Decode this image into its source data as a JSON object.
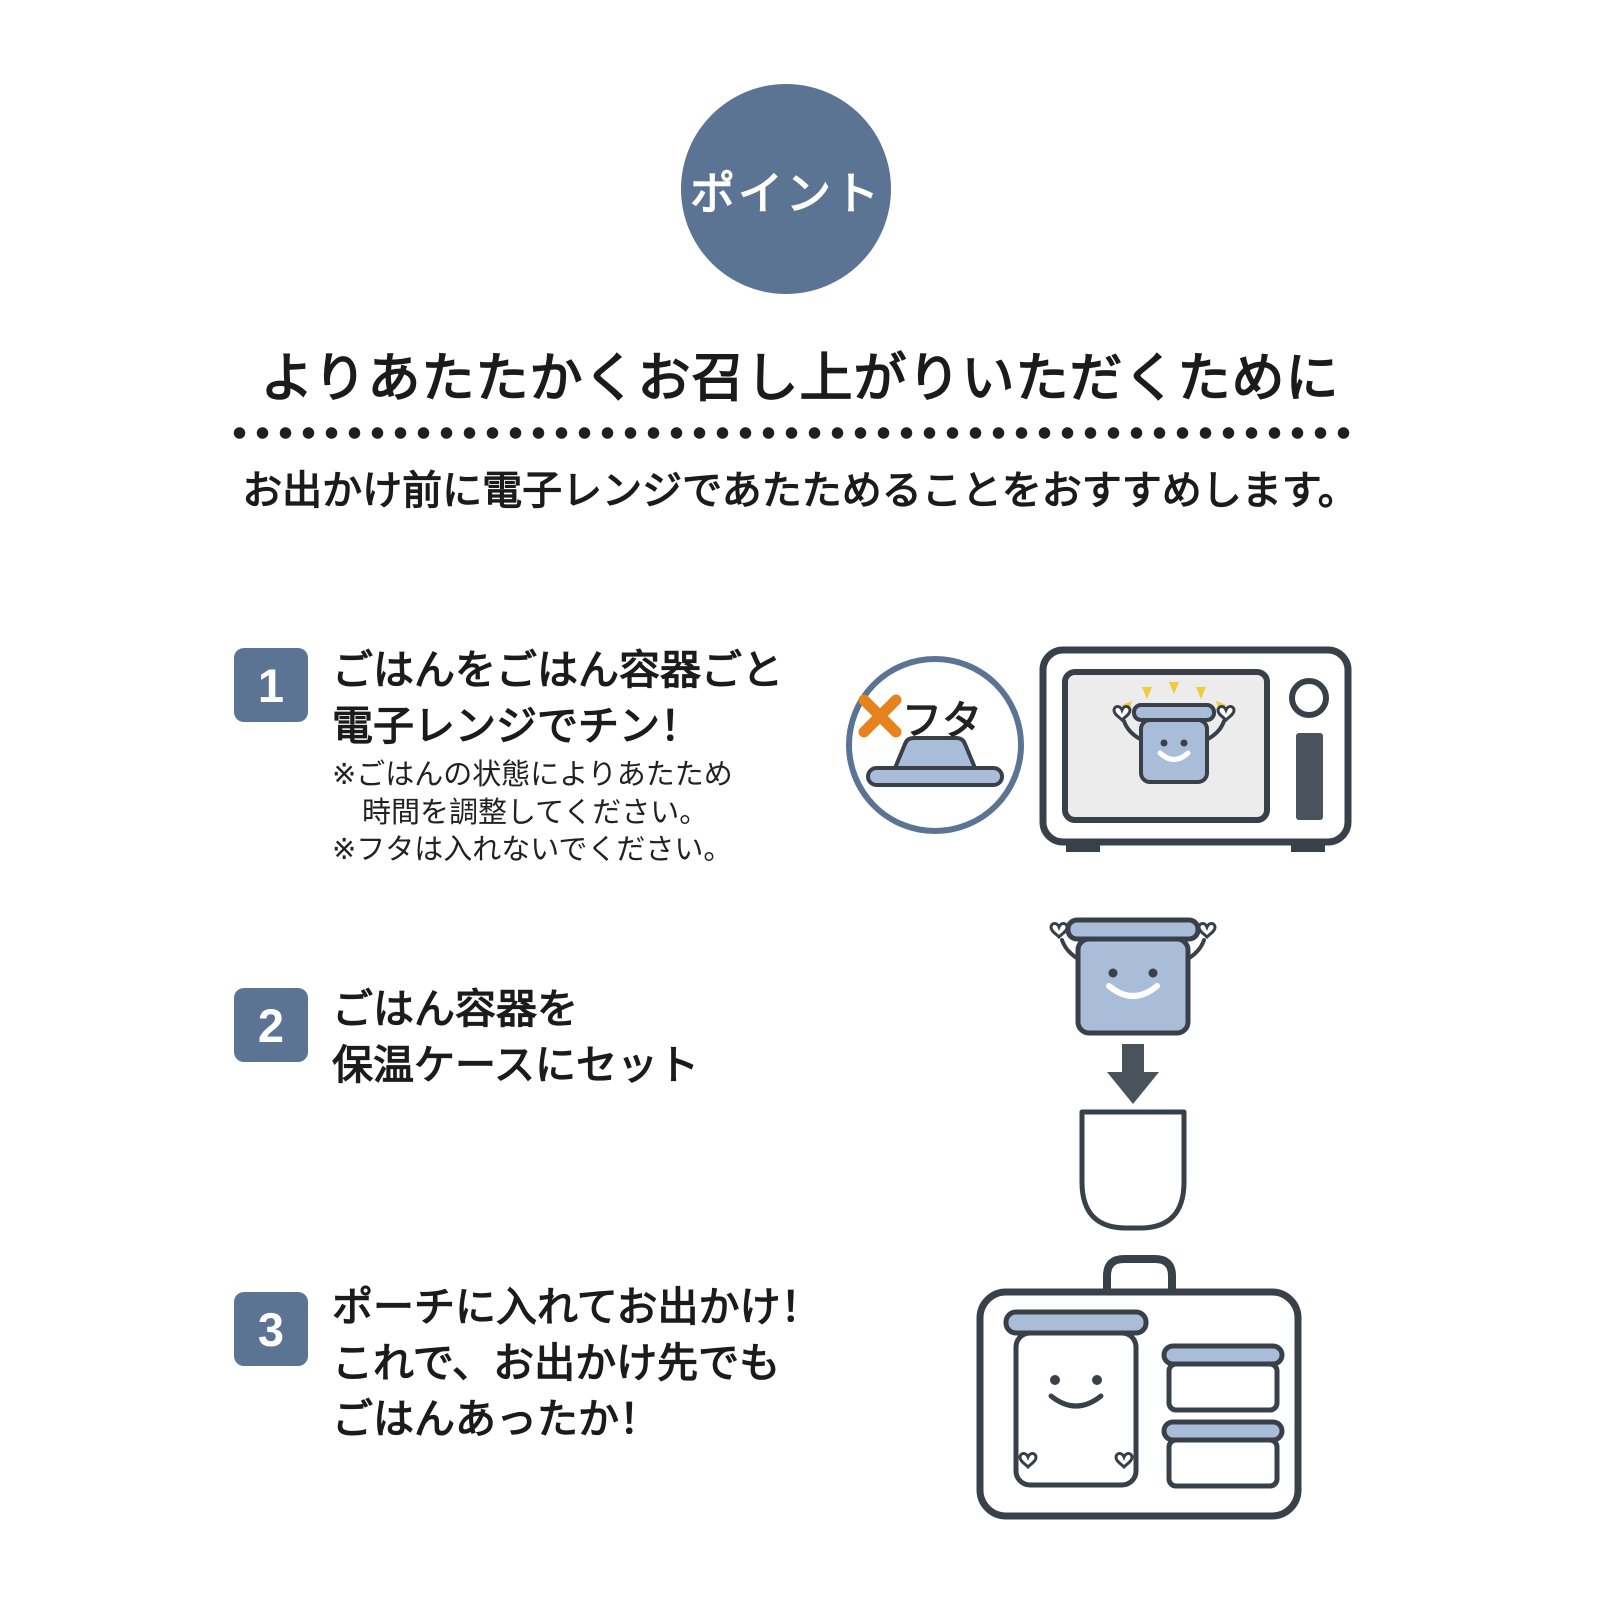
{
  "badge": {
    "label": "ポイント"
  },
  "heading": "よりあたたかくお召し上がりいただくために",
  "subtitle": "お出かけ前に電子レンジであたためることをおすすめします。",
  "steps": [
    {
      "number": "1",
      "title_lines": [
        "ごはんをごはん容器ごと",
        "電子レンジでチン！"
      ],
      "notes": [
        "※ごはんの状態によりあたため",
        "時間を調整してください。",
        "※フタは入れないでください。"
      ]
    },
    {
      "number": "2",
      "title_lines": [
        "ごはん容器を",
        "保温ケースにセット"
      ]
    },
    {
      "number": "3",
      "title_lines": [
        "ポーチに入れてお出かけ！",
        "これで、お出かけ先でも",
        "ごはんあったか！"
      ]
    }
  ],
  "illustration_labels": {
    "no_lid": "フタ"
  },
  "colors": {
    "accent_blue": "#5b7493",
    "fill_blue": "#a9bdd8",
    "outline": "#3a4049",
    "warn_orange": "#e8821e",
    "spark_yellow": "#f0cc3a"
  }
}
